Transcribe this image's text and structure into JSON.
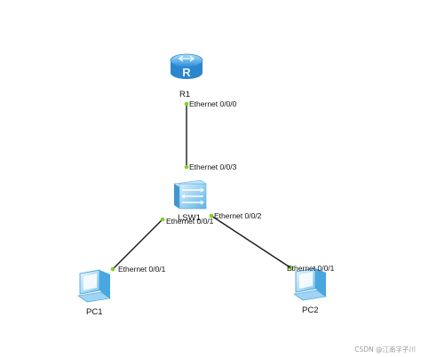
{
  "devices": {
    "r1": {
      "name": "R1",
      "icon": "router-icon"
    },
    "lsw1": {
      "name": "LSW1",
      "icon": "switch-icon"
    },
    "pc1": {
      "name": "PC1",
      "icon": "pc-icon"
    },
    "pc2": {
      "name": "PC2",
      "icon": "pc-icon"
    }
  },
  "ports": {
    "r1_e000": "Ethernet 0/0/0",
    "lsw1_e003": "Ethernet 0/0/3",
    "lsw1_e001": "Ethernet 0/0/1",
    "lsw1_e002": "Ethernet 0/0/2",
    "pc1_e001": "Ethernet 0/0/1",
    "pc2_e001": "Ethernet 0/0/1"
  },
  "links": [
    {
      "from": "R1",
      "from_port": "Ethernet 0/0/0",
      "to": "LSW1",
      "to_port": "Ethernet 0/0/3"
    },
    {
      "from": "LSW1",
      "from_port": "Ethernet 0/0/1",
      "to": "PC1",
      "to_port": "Ethernet 0/0/1"
    },
    {
      "from": "LSW1",
      "from_port": "Ethernet 0/0/2",
      "to": "PC2",
      "to_port": "Ethernet 0/0/1"
    }
  ],
  "colors": {
    "link": "#1a1a1a",
    "port_dot": "#7ed321",
    "device_blue": "#4fb3e8"
  },
  "watermark": "CSDN @江南字子川"
}
